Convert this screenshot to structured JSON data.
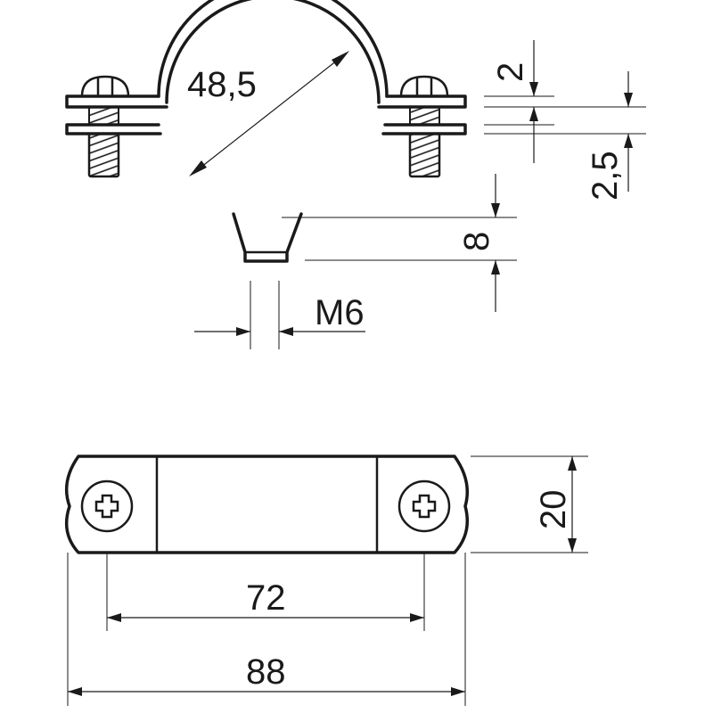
{
  "drawing": {
    "dimensions": {
      "pipe_diameter": "48,5",
      "band_thickness": "2",
      "clamp_gap": "2,5",
      "nut_height": "8",
      "thread": "M6",
      "width": "20",
      "hole_spacing": "72",
      "overall_length": "88"
    },
    "colors": {
      "line": "#1a1a1a",
      "background": "#ffffff"
    }
  }
}
